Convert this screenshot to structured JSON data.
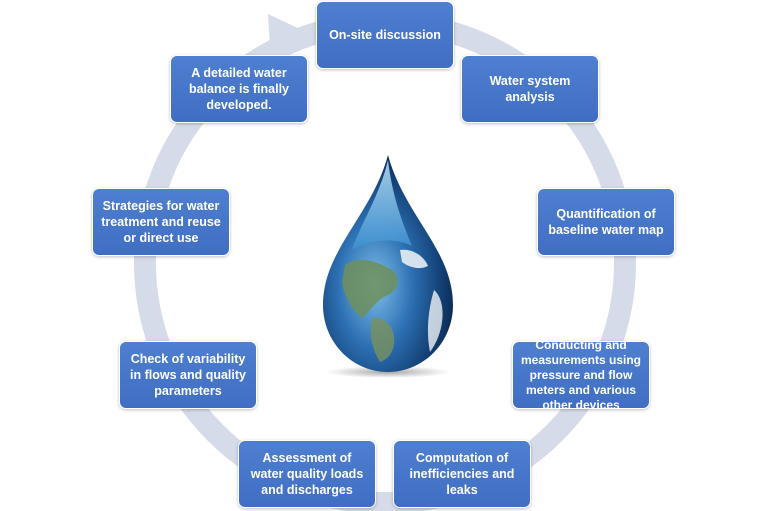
{
  "diagram": {
    "title": "",
    "center_image": "water-drop-earth",
    "colors": {
      "box_fill": "#4273c8",
      "box_border": "#ffffff",
      "ring": "#d5dbea",
      "text": "#ffffff"
    },
    "steps": [
      {
        "label": "On-site discussion"
      },
      {
        "label": "Water system analysis"
      },
      {
        "label": "Quantification of baseline water map"
      },
      {
        "label": "Conducting and measurements using pressure and flow meters and various other devices"
      },
      {
        "label": "Computation of inefficiencies and leaks"
      },
      {
        "label": "Assessment of water quality loads and discharges"
      },
      {
        "label": "Check of variability in flows and quality parameters"
      },
      {
        "label": "Strategies for water treatment and reuse or direct use"
      },
      {
        "label": "A detailed water balance is finally developed."
      }
    ]
  }
}
